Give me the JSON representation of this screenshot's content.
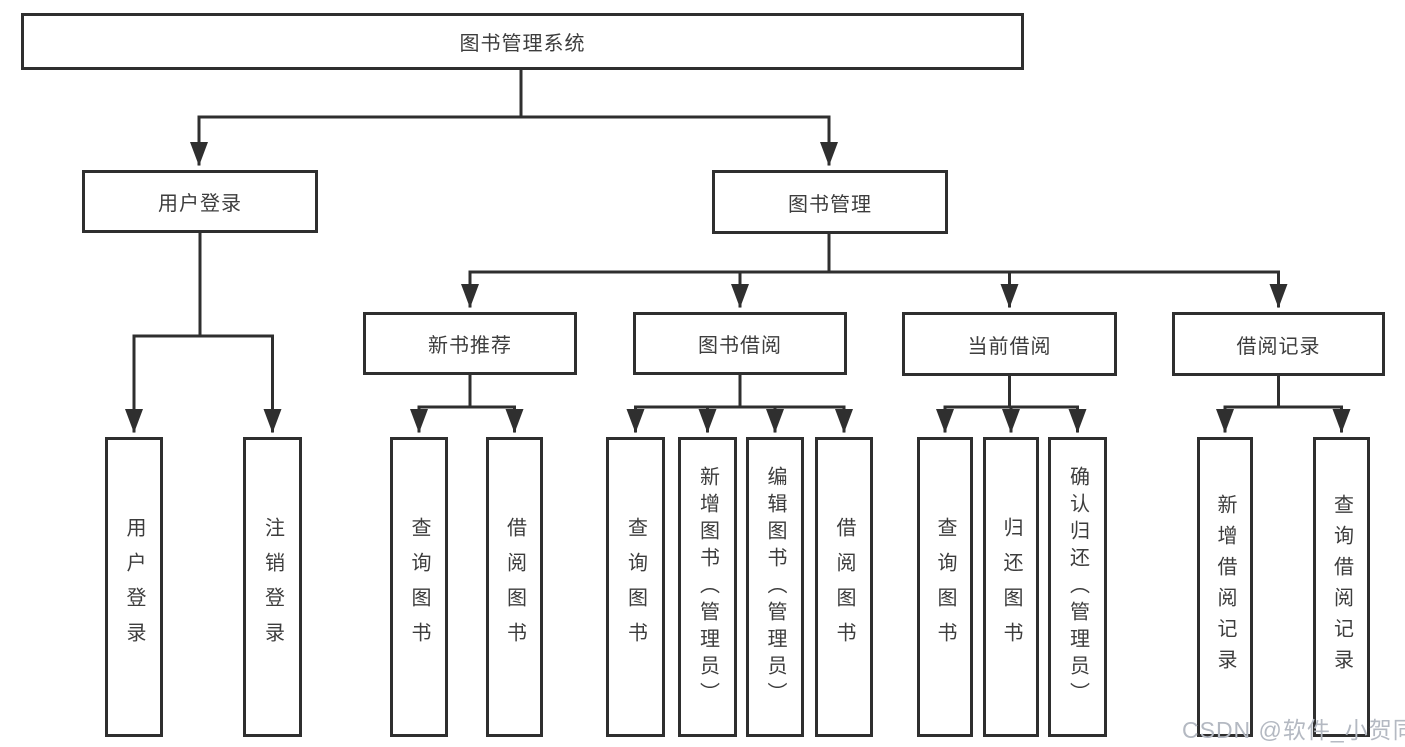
{
  "diagram": {
    "root": {
      "label": "图书管理系统"
    },
    "level2": [
      {
        "label": "用户登录"
      },
      {
        "label": "图书管理"
      }
    ],
    "level3": [
      {
        "label": "新书推荐"
      },
      {
        "label": "图书借阅"
      },
      {
        "label": "当前借阅"
      },
      {
        "label": "借阅记录"
      }
    ],
    "leaves": {
      "login": [
        "用户登录",
        "注销登录"
      ],
      "newbook": [
        "查询图书",
        "借阅图书"
      ],
      "borrow": [
        "查询图书",
        "新增图书（管理员）",
        "编辑图书（管理员）",
        "借阅图书"
      ],
      "current": [
        "查询图书",
        "归还图书",
        "确认归还（管理员）"
      ],
      "records": [
        "新增借阅记录",
        "查询借阅记录"
      ]
    },
    "watermark": "CSDN @软件_小贺同学",
    "colors": {
      "line": "#2f2f2f",
      "text": "#3d3d3d",
      "box_background": "#ffffff",
      "watermark": "#b4b9c2"
    }
  }
}
